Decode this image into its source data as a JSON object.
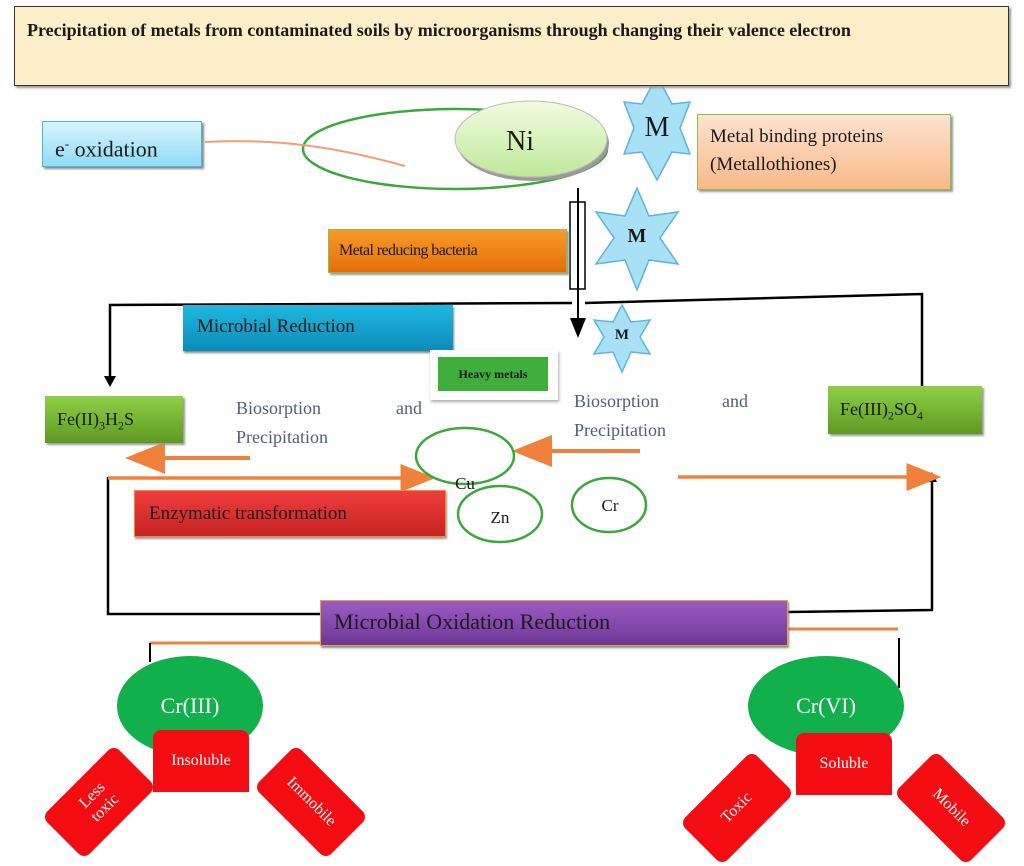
{
  "title": "Precipitation of metals from contaminated soils by microorganisms through changing their valence electron",
  "e_oxidation": {
    "prefix": "e",
    "superscript": "-",
    "label": " oxidation"
  },
  "ni_label": "Ni",
  "metal_symbol": "M",
  "metal_binding_proteins": {
    "line1": "Metal binding proteins",
    "line2": "(Metallothiones)"
  },
  "metal_reducing_bacteria": "Metal reducing bacteria",
  "microbial_reduction": "Microbial Reduction",
  "heavy_metals": "Heavy metals",
  "fe2_compound": {
    "part1": "Fe(II)",
    "sub1": "3",
    "part2": "H",
    "sub2": "2",
    "part3": "S"
  },
  "fe3_compound": {
    "part1": "Fe(III)",
    "sub1": "2",
    "part2": "SO",
    "sub2": "4"
  },
  "biosorption": {
    "word1": "Biosorption",
    "word2": "and",
    "line2": "Precipitation"
  },
  "metals": {
    "cu": "Cu",
    "zn": "Zn",
    "cr": "Cr"
  },
  "enzymatic_transformation": "Enzymatic transformation",
  "microbial_oxidation_reduction": "Microbial Oxidation Reduction",
  "cr3": {
    "label": "Cr(III)",
    "center": "Insoluble",
    "left": "Less toxic",
    "right": "Immobile"
  },
  "cr6": {
    "label": "Cr(VI)",
    "center": "Soluble",
    "left": "Toxic",
    "right": "Mobile"
  },
  "colors": {
    "title_bg": "#fbeec9",
    "orange_arrow": "#f0813a",
    "green_outline": "#3aa83a",
    "star_fill": "#a8e0f5",
    "star_stroke": "#5fb4dd",
    "red": "#f30d12",
    "green_ellipse": "#12b04c"
  }
}
